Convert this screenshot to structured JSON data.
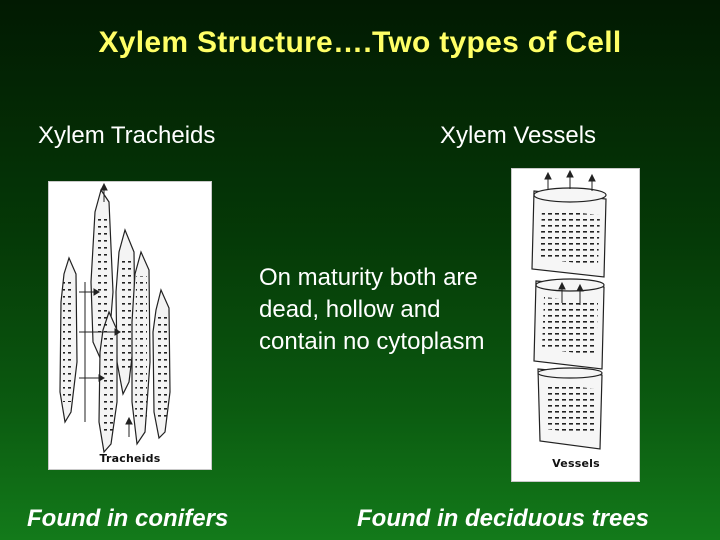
{
  "slide": {
    "title": "Xylem Structure….Two types of Cell",
    "heading_left": "Xylem Tracheids",
    "heading_right": "Xylem Vessels",
    "note": "On maturity both are dead, hollow and contain no cytoplasm",
    "caption_left": "Found in conifers",
    "caption_right": "Found in deciduous trees"
  },
  "figures": {
    "tracheids_label": "Tracheids",
    "vessels_label": "Vessels"
  },
  "colors": {
    "title": "#ffff66",
    "text": "#ffffff",
    "background_top": "#021a02",
    "background_bottom": "#137a1a"
  }
}
